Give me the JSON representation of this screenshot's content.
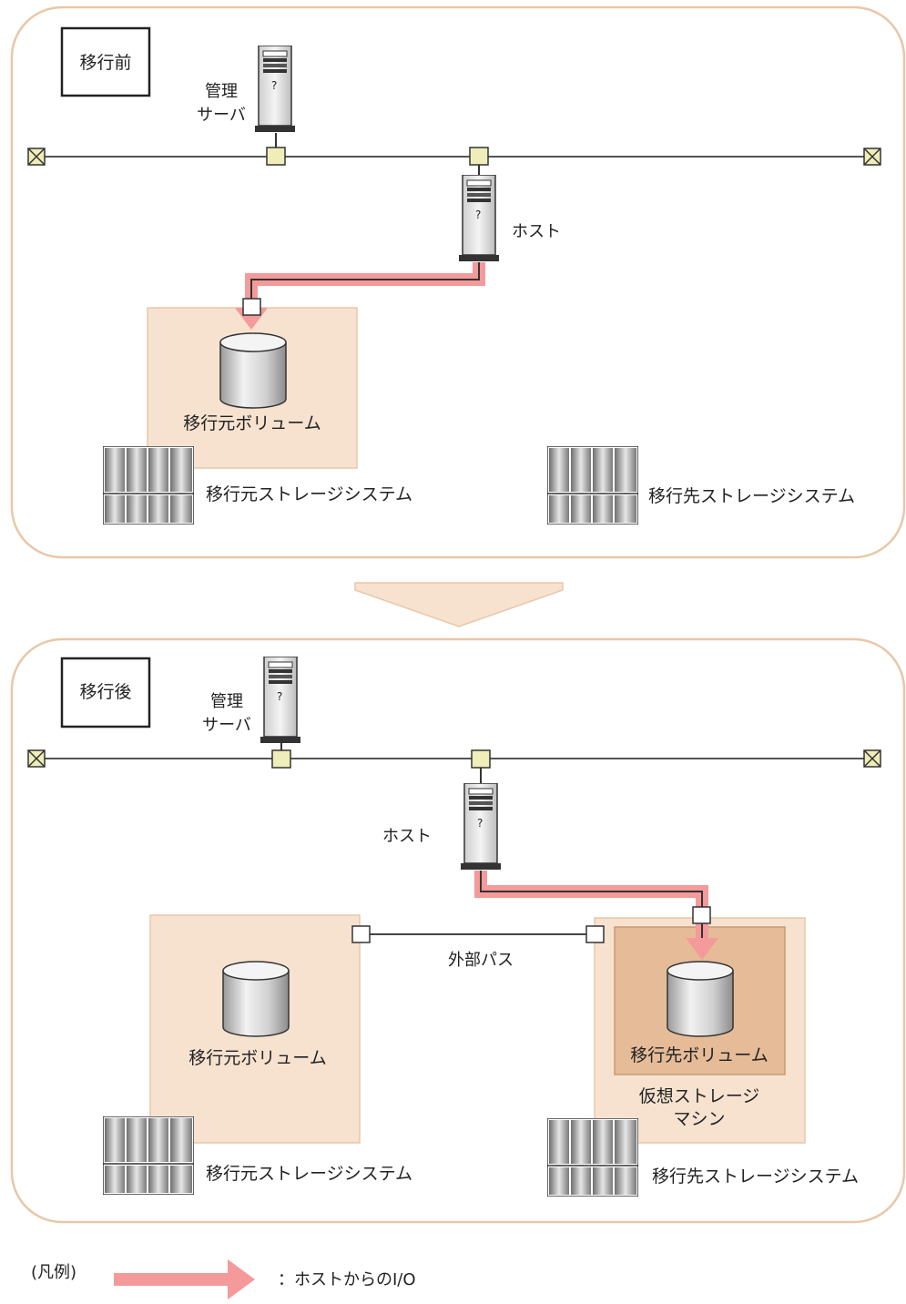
{
  "before": {
    "title": "移行前",
    "mgmt_server_line1": "管理",
    "mgmt_server_line2": "サーバ",
    "host": "ホスト",
    "source_volume": "移行元ボリューム",
    "source_storage": "移行元ストレージシステム",
    "target_storage": "移行先ストレージシステム"
  },
  "after": {
    "title": "移行後",
    "mgmt_server_line1": "管理",
    "mgmt_server_line2": "サーバ",
    "host": "ホスト",
    "external_path": "外部パス",
    "source_volume": "移行元ボリューム",
    "target_volume": "移行先ボリューム",
    "virtual_machine_line1": "仮想ストレージ",
    "virtual_machine_line2": "マシン",
    "source_storage": "移行元ストレージシステム",
    "target_storage": "移行先ストレージシステム"
  },
  "legend": {
    "title": "(凡例)",
    "io_label": "：ホストからのI/O"
  },
  "colors": {
    "panel_border": "#e8c7a8",
    "storage_fill": "#f7e2d0",
    "virtual_fill": "#e5bb98",
    "io_path": "#f49a9a",
    "node": "#f0eeb8"
  }
}
